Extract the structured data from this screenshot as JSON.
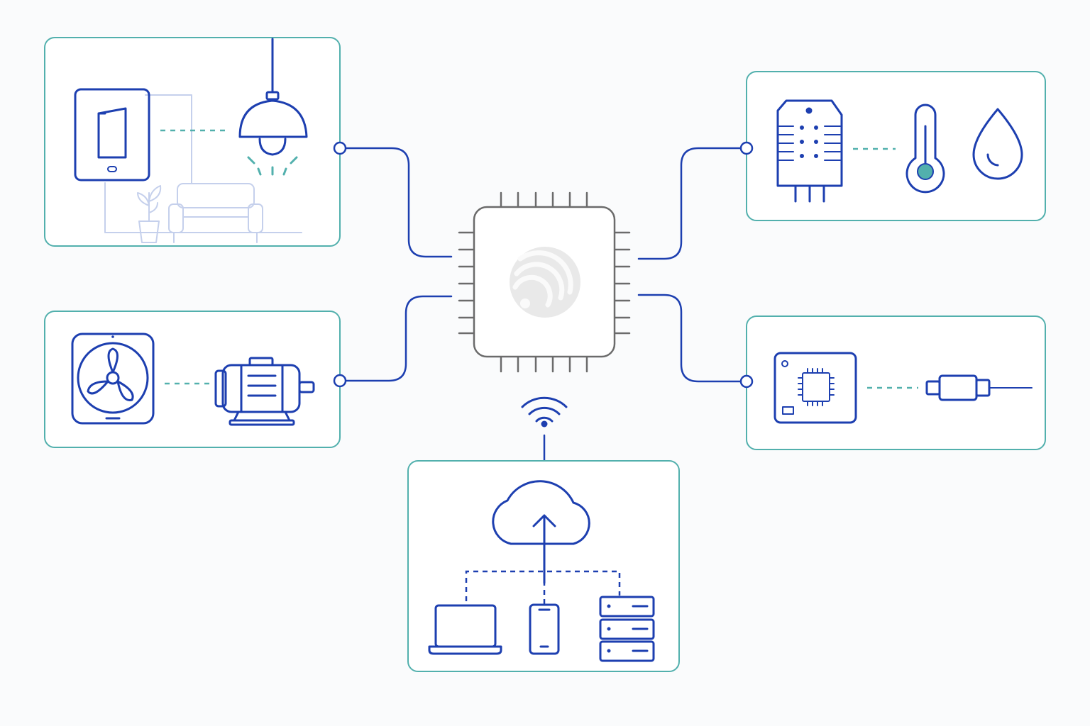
{
  "colors": {
    "panel_border": "#52b0ad",
    "line_blue": "#1d3fb0",
    "chip_gray": "#6b6b6b",
    "background": "#fafbfc"
  },
  "center": {
    "icon": "microcontroller-chip-icon",
    "logo": "wireless-logo-icon"
  },
  "wireless": {
    "icon": "wifi-icon"
  },
  "panels": [
    {
      "id": "lighting",
      "icons": [
        "wall-switch-icon",
        "pendant-lamp-icon",
        "room-plant-sofa-icon"
      ]
    },
    {
      "id": "motors",
      "icons": [
        "exhaust-fan-icon",
        "electric-motor-icon"
      ]
    },
    {
      "id": "sensors",
      "icons": [
        "humidity-temperature-sensor-icon",
        "thermometer-icon",
        "water-drop-icon"
      ]
    },
    {
      "id": "interfaces",
      "icons": [
        "dev-board-icon",
        "usb-cable-icon"
      ]
    },
    {
      "id": "cloud",
      "icons": [
        "cloud-upload-icon",
        "laptop-icon",
        "smartphone-icon",
        "server-rack-icon"
      ]
    }
  ]
}
